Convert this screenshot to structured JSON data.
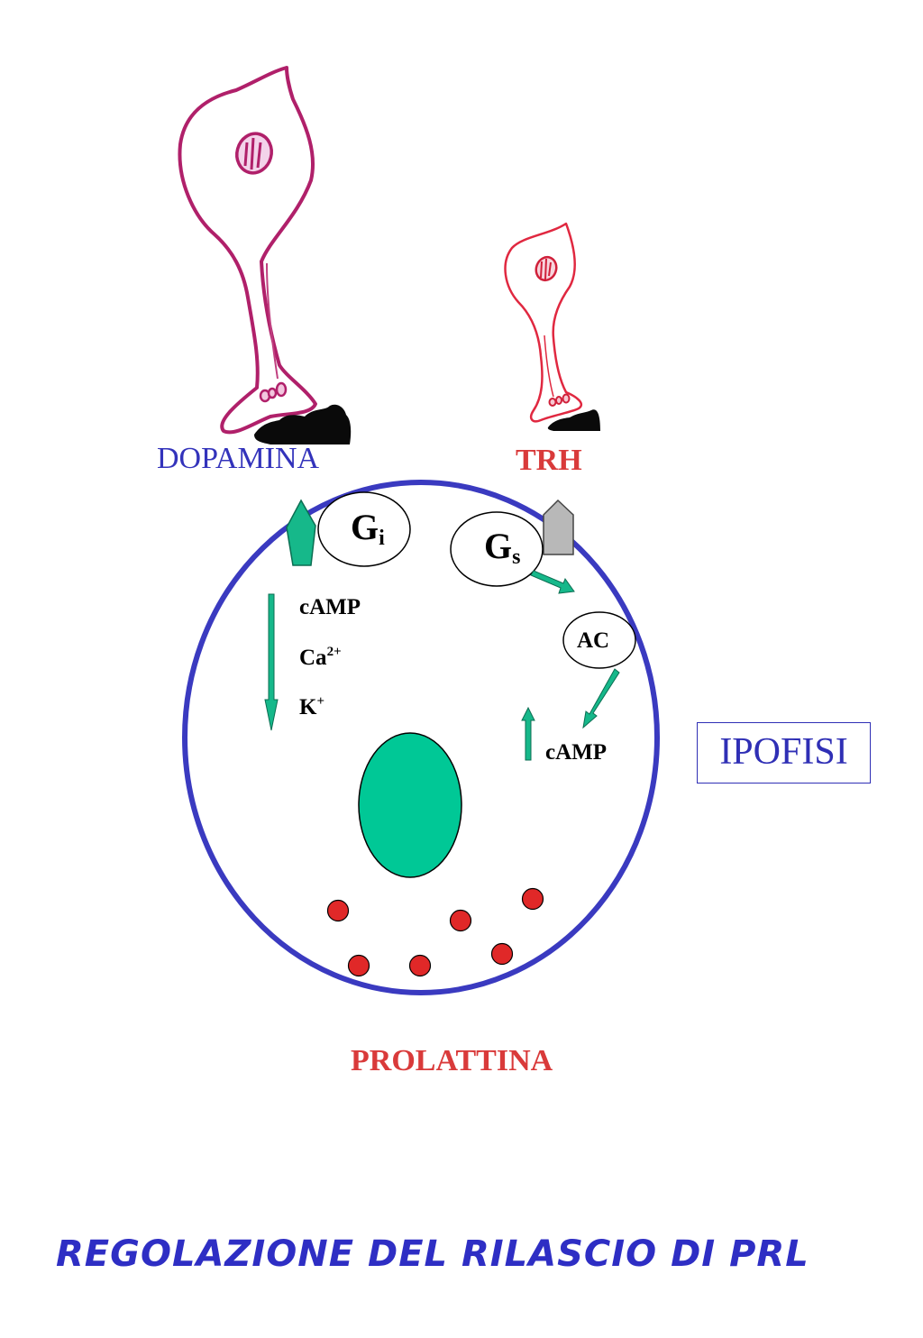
{
  "labels": {
    "dopamina": "DOPAMINA",
    "trh": "TRH",
    "prolattina": "PROLATTINA",
    "ipofisi": "IPOFISI",
    "title": "REGOLAZIONE DEL RILASCIO DI PRL"
  },
  "gi": {
    "symbol": "G",
    "subscript": "i"
  },
  "gs": {
    "symbol": "G",
    "subscript": "s"
  },
  "ac": "AC",
  "left_messengers": {
    "camp": "cAMP",
    "ca": "Ca",
    "ca_charge": "2+",
    "k": "K",
    "k_charge": "+",
    "direction": "decrease"
  },
  "right_messenger": {
    "camp": "cAMP",
    "direction": "increase"
  },
  "colors": {
    "cell_border": "#3a3ac0",
    "nucleus": "#00c896",
    "arrows": "#16b88a",
    "granules": "#e02828",
    "dopamine_neuron": "#b0206a",
    "trh_neuron": "#e02840",
    "title": "#2e2ec4"
  }
}
